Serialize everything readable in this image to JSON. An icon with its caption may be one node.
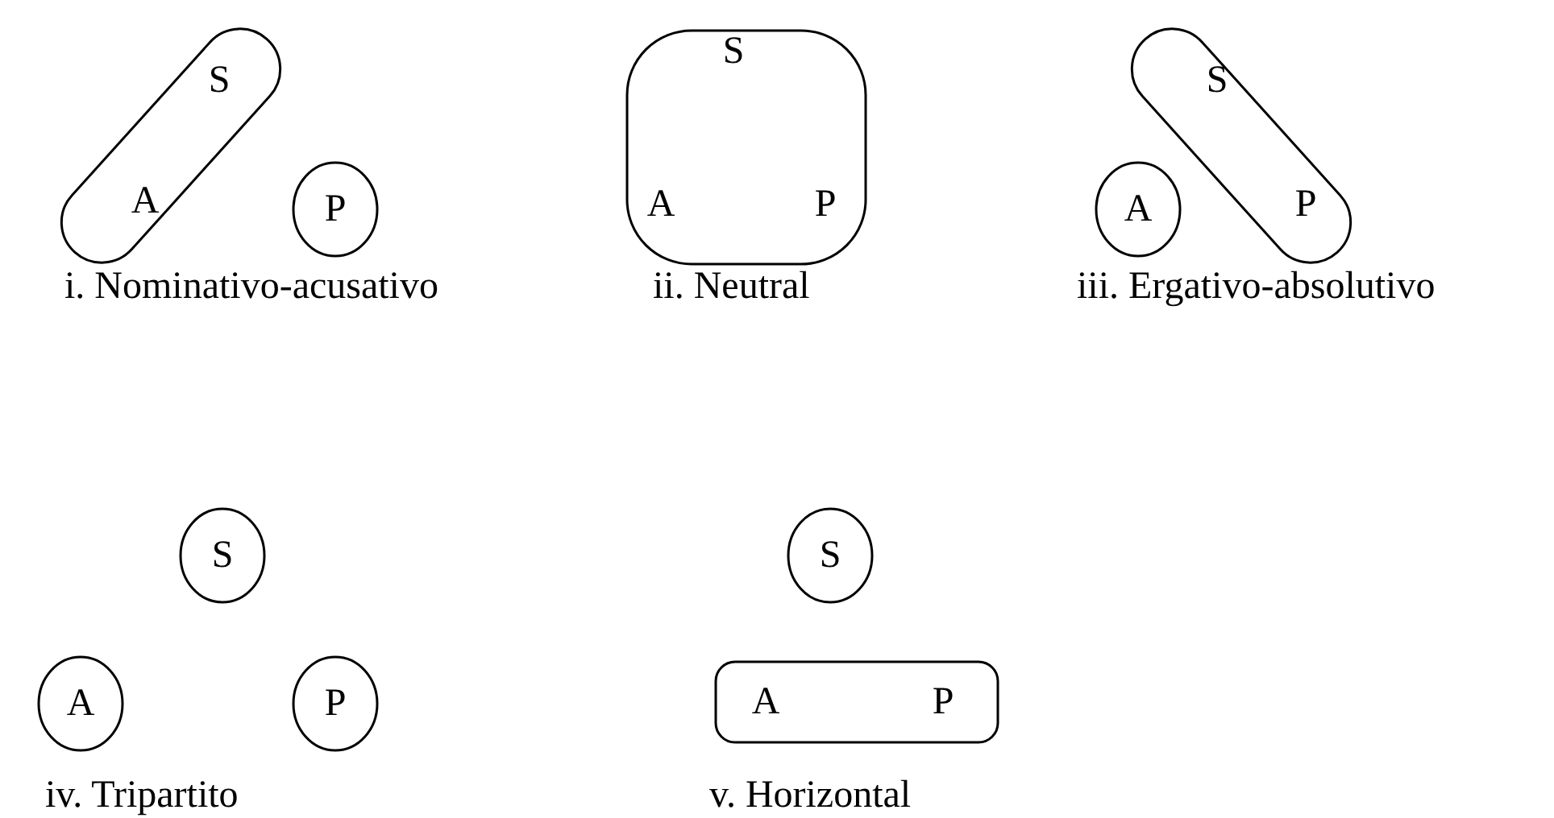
{
  "diagram": {
    "nodes": [
      {
        "text": [
          "S",
          "A"
        ]
      },
      {
        "text": [
          "P"
        ]
      },
      {
        "text": [
          "S",
          "A",
          "P"
        ]
      },
      {
        "text": [
          "A"
        ]
      },
      {
        "text": [
          "S",
          "P"
        ]
      },
      {
        "text": [
          "S"
        ]
      },
      {
        "text": [
          "A"
        ]
      },
      {
        "text": [
          "P"
        ]
      },
      {
        "text": [
          "S"
        ]
      },
      {
        "text": [
          "A",
          "P"
        ]
      }
    ],
    "edges": [],
    "labels": [
      "i. Nominativo-acusativo",
      "ii. Neutral",
      "iii. Ergativo-absolutivo",
      "iv. Tripartito",
      "v. Horizontal"
    ]
  }
}
